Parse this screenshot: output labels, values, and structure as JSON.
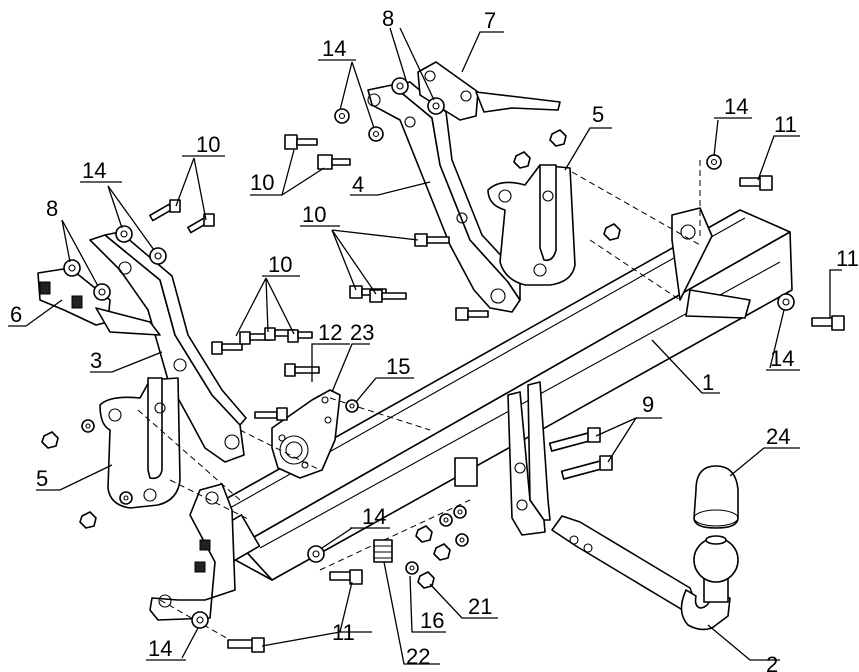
{
  "callouts": [
    {
      "id": "c1",
      "label": "1"
    },
    {
      "id": "c2",
      "label": "2"
    },
    {
      "id": "c3",
      "label": "3"
    },
    {
      "id": "c4",
      "label": "4"
    },
    {
      "id": "c5a",
      "label": "5"
    },
    {
      "id": "c5b",
      "label": "5"
    },
    {
      "id": "c6",
      "label": "6"
    },
    {
      "id": "c7",
      "label": "7"
    },
    {
      "id": "c8a",
      "label": "8"
    },
    {
      "id": "c8b",
      "label": "8"
    },
    {
      "id": "c9",
      "label": "9"
    },
    {
      "id": "c10a",
      "label": "10"
    },
    {
      "id": "c10b",
      "label": "10"
    },
    {
      "id": "c10c",
      "label": "10"
    },
    {
      "id": "c10d",
      "label": "10"
    },
    {
      "id": "c11a",
      "label": "11"
    },
    {
      "id": "c11b",
      "label": "11"
    },
    {
      "id": "c11c",
      "label": "11"
    },
    {
      "id": "c12",
      "label": "12"
    },
    {
      "id": "c14a",
      "label": "14"
    },
    {
      "id": "c14b",
      "label": "14"
    },
    {
      "id": "c14c",
      "label": "14"
    },
    {
      "id": "c14d",
      "label": "14"
    },
    {
      "id": "c14e",
      "label": "14"
    },
    {
      "id": "c14f",
      "label": "14"
    },
    {
      "id": "c15",
      "label": "15"
    },
    {
      "id": "c16",
      "label": "16"
    },
    {
      "id": "c21",
      "label": "21"
    },
    {
      "id": "c22",
      "label": "22"
    },
    {
      "id": "c23",
      "label": "23"
    },
    {
      "id": "c24",
      "label": "24"
    }
  ]
}
